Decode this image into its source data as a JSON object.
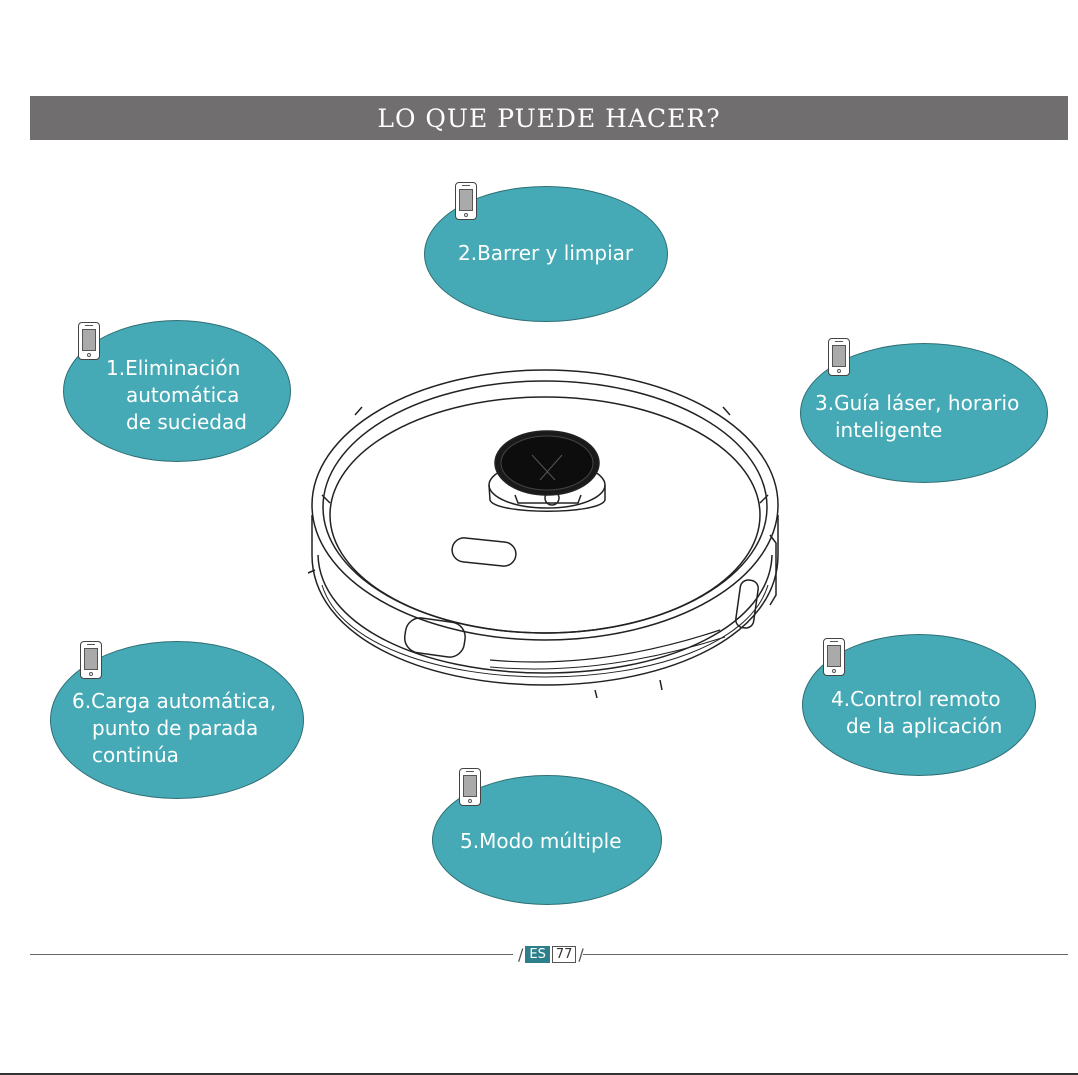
{
  "title": "LO QUE PUEDE HACER?",
  "features": {
    "f1": [
      "1.Eliminación",
      "automática",
      "de suciedad"
    ],
    "f2": [
      "2.Barrer y limpiar"
    ],
    "f3": [
      "3.Guía láser, horario",
      "inteligente"
    ],
    "f4": [
      "4.Control remoto",
      "de la aplicación"
    ],
    "f5": [
      "5.Modo múltiple"
    ],
    "f6": [
      "6.Carga automática,",
      "punto de parada",
      "continúa"
    ]
  },
  "footer": {
    "lang": "ES",
    "page": "77"
  },
  "colors": {
    "bubble": "#45aab5",
    "banner": "#706e6e",
    "accent": "#2d7f8c"
  },
  "icons": [
    "smartphone-icon",
    "robot-vacuum-illustration"
  ]
}
